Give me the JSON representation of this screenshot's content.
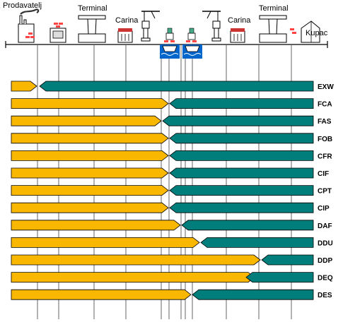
{
  "header": {
    "labels": {
      "seller": "Prodavatelj",
      "terminal_left": "Terminal",
      "customs_left": "Carina",
      "customs_right": "Carina",
      "terminal_right": "Terminal",
      "buyer": "Kupac"
    },
    "icons": [
      "factory-icon",
      "truck-icon",
      "terminal-icon",
      "customs-icon",
      "crane-icon",
      "ship-icon",
      "ship-icon",
      "crane-icon",
      "customs-icon",
      "terminal-icon",
      "house-icon"
    ]
  },
  "colors": {
    "seller": "#F9B700",
    "buyer": "#007E7B",
    "water": "#0066CC",
    "stroke": "#000000"
  },
  "rows": [
    {
      "code": "EXW"
    },
    {
      "code": "FCA"
    },
    {
      "code": "FAS"
    },
    {
      "code": "FOB"
    },
    {
      "code": "CFR"
    },
    {
      "code": "CIF"
    },
    {
      "code": "CPT"
    },
    {
      "code": "CIP"
    },
    {
      "code": "DAF"
    },
    {
      "code": "DDU"
    },
    {
      "code": "DDP"
    },
    {
      "code": "DEQ"
    },
    {
      "code": "DES"
    }
  ]
}
